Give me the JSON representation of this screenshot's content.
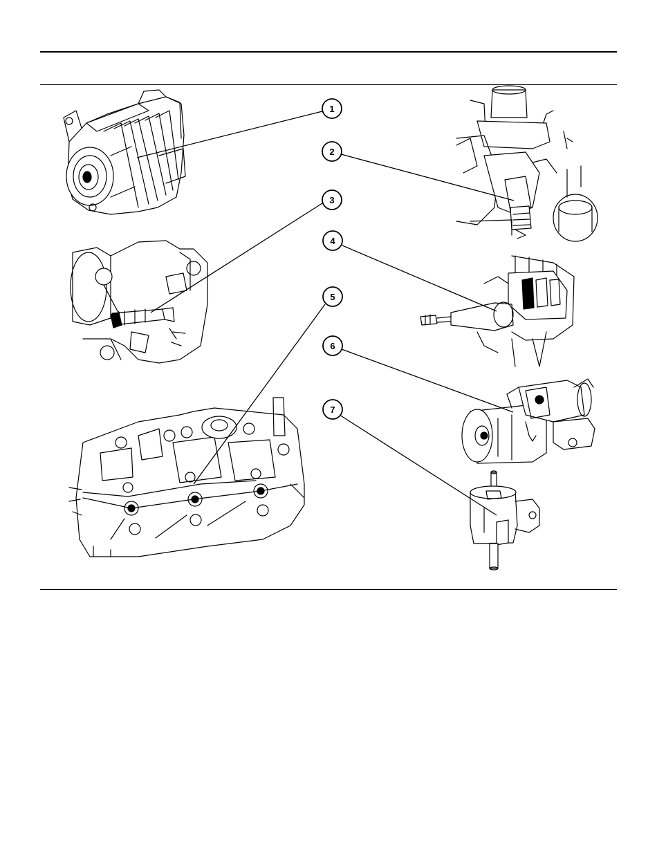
{
  "callouts": [
    {
      "id": 1,
      "label": "1",
      "part": "alternator"
    },
    {
      "id": 2,
      "label": "2",
      "part": "sensor-on-housing"
    },
    {
      "id": 3,
      "label": "3",
      "part": "engine-sensor"
    },
    {
      "id": 4,
      "label": "4",
      "part": "injection-pump-sensor"
    },
    {
      "id": 5,
      "label": "5",
      "part": "glow-plugs"
    },
    {
      "id": 6,
      "label": "6",
      "part": "starter-motor"
    },
    {
      "id": 7,
      "label": "7",
      "part": "fuel-heater"
    }
  ]
}
